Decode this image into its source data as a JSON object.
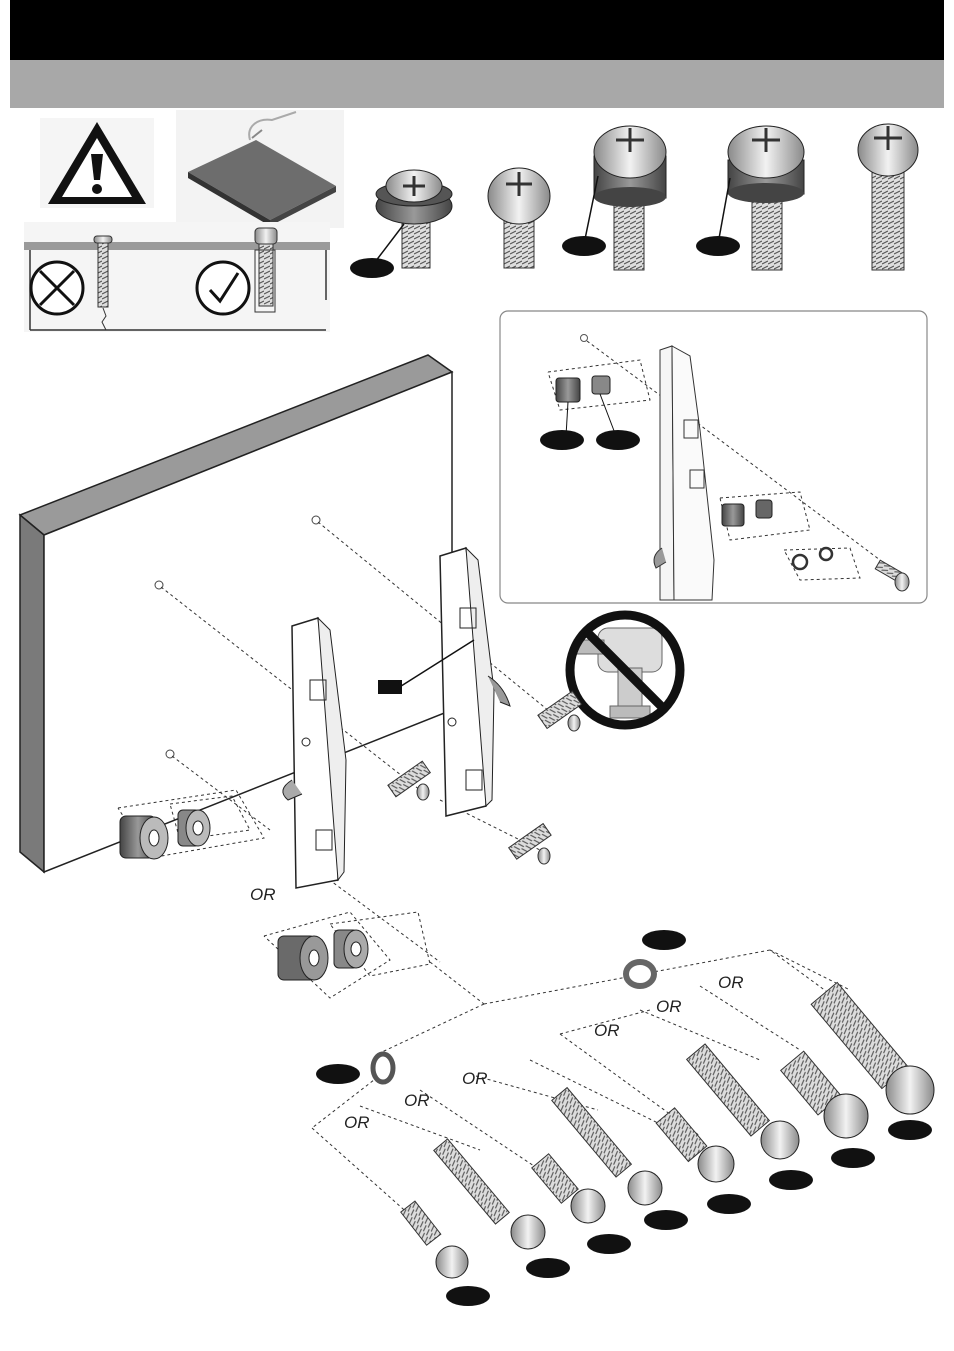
{
  "header": {
    "background": "#000000"
  },
  "subheader": {
    "background": "#a8a8a8"
  },
  "colors": {
    "line": "#222222",
    "callout": "#111111",
    "washer": "#777777",
    "spacer": "#555555"
  },
  "icons": {
    "warning": "warning-triangle-icon",
    "no_drill": "no-power-drill-icon",
    "wrong": "cross-mark-icon",
    "right": "check-mark-icon"
  },
  "labels": {
    "or_main": "OR",
    "or_1": "OR",
    "or_2": "OR",
    "or_3": "OR",
    "or_4": "OR",
    "or_5": "OR",
    "or_6": "OR"
  }
}
